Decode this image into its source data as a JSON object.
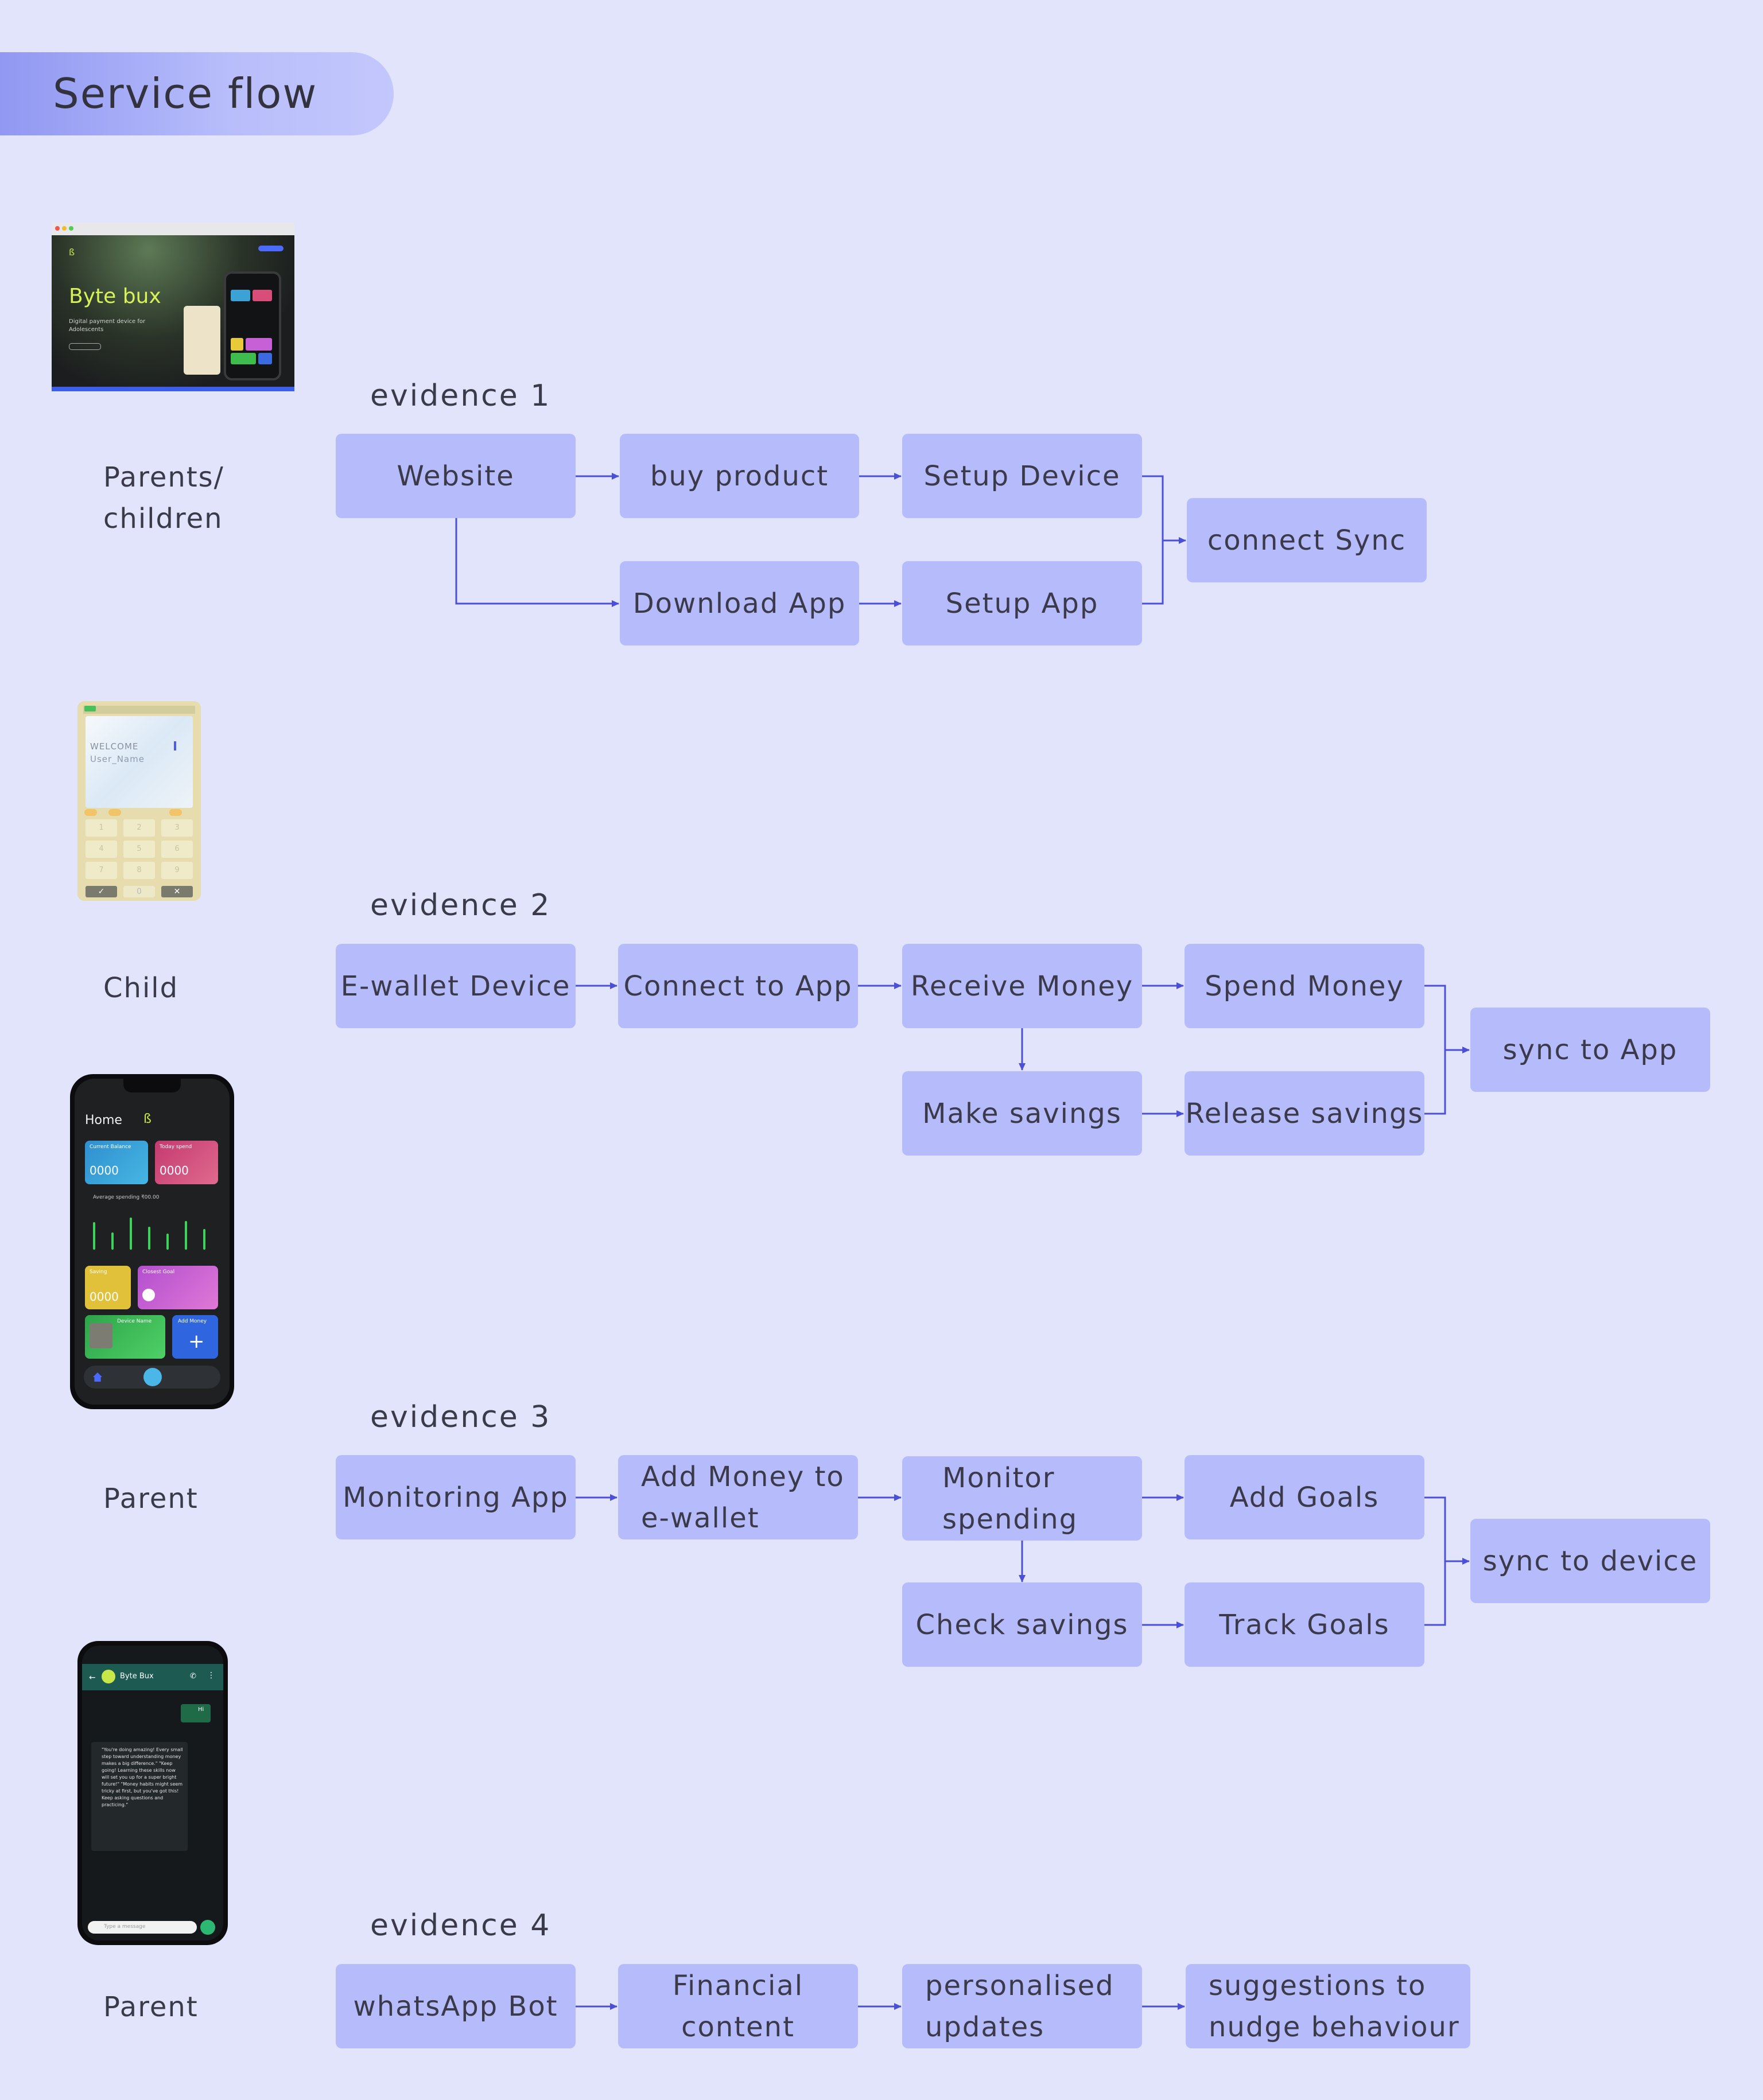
{
  "page_title": "Service flow",
  "colors": {
    "background": "#e2e4fc",
    "box": "#b6bcfb",
    "arrow": "#4a4fd6",
    "title_pill_start": "#9098f2",
    "title_pill_end": "#c3c7fc"
  },
  "sections": [
    {
      "evidence": "evidence 1",
      "actor": "Parents/\nchildren",
      "nodes": [
        "Website",
        "buy product",
        "Setup Device",
        "Download App",
        "Setup App",
        "connect Sync"
      ]
    },
    {
      "evidence": "evidence 2",
      "actor": "Child",
      "nodes": [
        "E-wallet Device",
        "Connect to App",
        "Receive Money",
        "Spend Money",
        "Make savings",
        "Release savings",
        "sync to App"
      ]
    },
    {
      "evidence": "evidence 3",
      "actor": "Parent",
      "nodes": [
        "Monitoring App",
        "Add Money to e-wallet",
        "Monitor spending",
        "Add Goals",
        "Check savings",
        "Track Goals",
        "sync to device"
      ]
    },
    {
      "evidence": "evidence 4",
      "actor": "Parent",
      "nodes": [
        "whatsApp Bot",
        "Financial content",
        "personalised updates",
        "suggestions to nudge behaviour"
      ]
    }
  ],
  "thumbnails": {
    "website": {
      "brand": "Byte bux",
      "tagline": "Digital payment device for Adolescents",
      "icon": "browser-window-icon"
    },
    "device": {
      "welcome": "WELCOME",
      "user": "User_Name",
      "keys": [
        "1",
        "2",
        "3",
        "4",
        "5",
        "6",
        "7",
        "8",
        "9",
        "0"
      ],
      "icon": "calculator-device-icon"
    },
    "parent_app": {
      "home": "Home",
      "current_balance": "Current Balance",
      "today_spend": "Today spend",
      "balance_value": "0000",
      "spend_value": "0000",
      "average_spending": "Average spending  ₹00.00",
      "saving": "Saving",
      "saving_value": "0000",
      "closest_goal": "Closest Goal",
      "device_name": "Device Name",
      "add_money": "Add Money",
      "icon": "phone-icon"
    },
    "whatsapp": {
      "contact": "Byte Bux",
      "message_hi": "Hi",
      "bot_message": "\"You're doing amazing! Every small step toward understanding money makes a big difference.\" \"Keep going! Learning these skills now will set you up for a super bright future!\" \"Money habits might seem tricky at first, but you've got this! Keep asking questions and practicing.\"",
      "input_placeholder": "Type a message",
      "icon": "chat-icon"
    }
  }
}
